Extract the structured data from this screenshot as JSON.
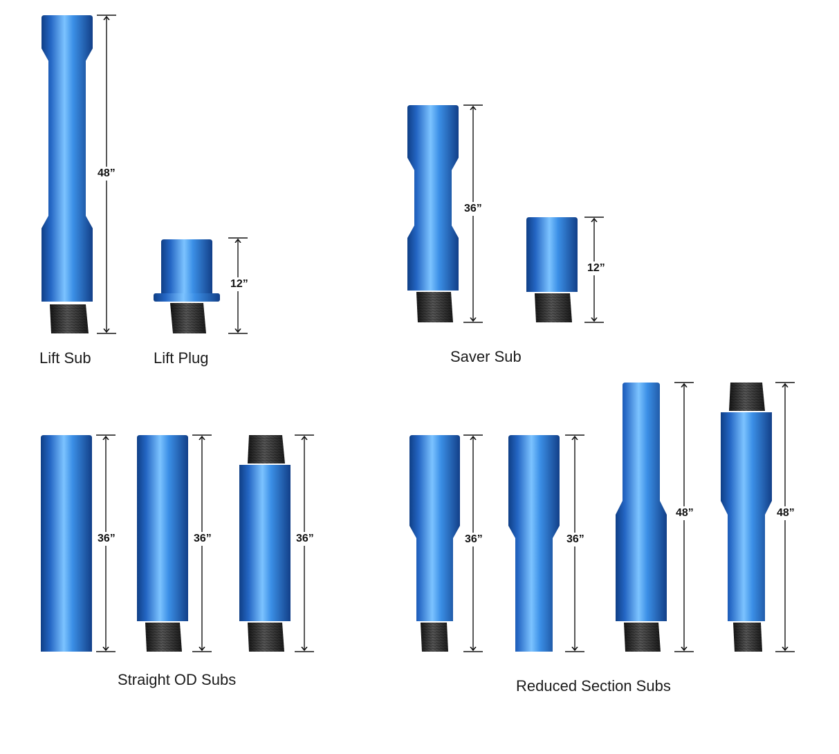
{
  "colors": {
    "pipe_blue": "#2c7fd6",
    "pipe_highlight": "#7cc3ff",
    "pipe_shadow": "#0f3f86",
    "thread_dark": "#2b2b2b",
    "dimension_line": "#111111"
  },
  "groups": {
    "lift_sub": {
      "label": "Lift Sub",
      "dimension": "48”"
    },
    "lift_plug": {
      "label": "Lift Plug",
      "dimension": "12”"
    },
    "saver_sub": {
      "label": "Saver Sub",
      "dimensions": [
        "36”",
        "12”"
      ]
    },
    "straight_od_subs": {
      "label": "Straight OD Subs",
      "dimensions": [
        "36”",
        "36”",
        "36”"
      ]
    },
    "reduced_section_subs": {
      "label": "Reduced Section Subs",
      "dimensions": [
        "36”",
        "36”",
        "48”",
        "48”"
      ]
    }
  }
}
